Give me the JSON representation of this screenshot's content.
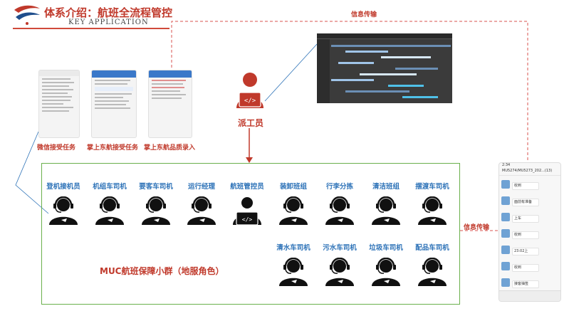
{
  "header": {
    "title": "体系介绍：航班全流程管控",
    "subtitle": "KEY APPLICATION"
  },
  "flows": {
    "top_label": "信息传输",
    "right_label": "信息传输"
  },
  "phones": {
    "wechat_label": "微信接受任务",
    "eastern_label": "掌上东航接受任务",
    "quality_label": "掌上东航品质录入"
  },
  "dispatcher": {
    "label": "派工员"
  },
  "group": {
    "label": "MUC航班保障小群（地服角色）",
    "roles_row1": [
      "登机接机员",
      "机组车司机",
      "要客车司机",
      "运行经理",
      "航班管控员",
      "装卸班组",
      "行李分拣",
      "清洁班组",
      "摆渡车司机"
    ],
    "roles_row2": [
      "清水车司机",
      "污水车司机",
      "垃圾车司机",
      "配品车司机"
    ]
  },
  "chat": {
    "time": "2:34",
    "title": "MU5274/MU5273_202...(13)",
    "messages": [
      "收到",
      "面前有准备",
      "上车",
      "收到",
      "23:02上",
      "收到",
      "接客抽签"
    ]
  },
  "colors": {
    "brand_red": "#c0392b",
    "role_blue": "#2e73b8",
    "box_green": "#6ab04c"
  }
}
